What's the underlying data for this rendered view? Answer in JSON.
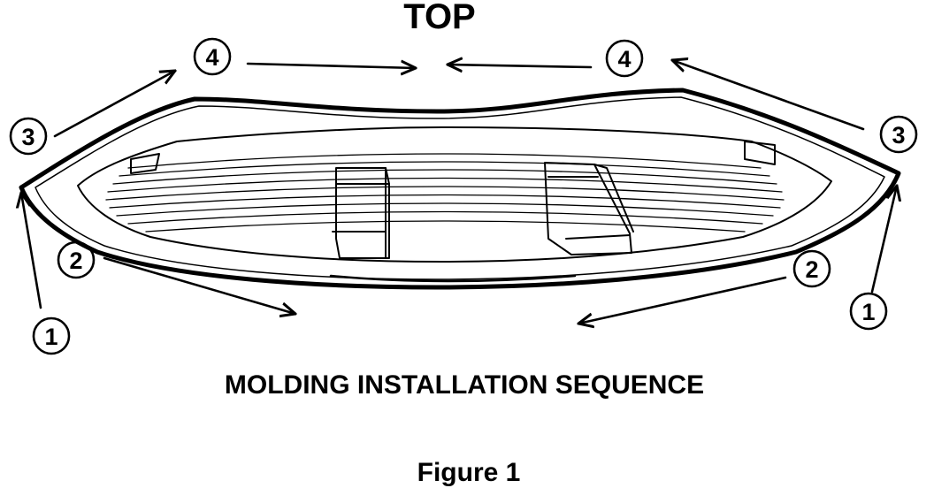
{
  "diagram": {
    "top_label": "TOP",
    "caption": "MOLDING INSTALLATION SEQUENCE",
    "figure_label": "Figure 1",
    "steps": {
      "s1_left": "1",
      "s2_left": "2",
      "s3_left": "3",
      "s4_left": "4",
      "s4_right": "4",
      "s3_right": "3",
      "s2_right": "2",
      "s1_right": "1"
    }
  }
}
